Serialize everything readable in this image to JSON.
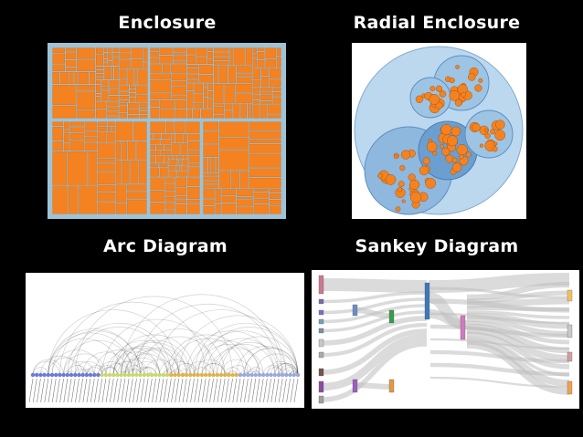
{
  "titles": {
    "enclosure": "Enclosure",
    "radial_enclosure": "Radial Enclosure",
    "arc_diagram": "Arc Diagram",
    "sankey_diagram": "Sankey Diagram"
  },
  "colors": {
    "background": "#000000",
    "title_text": "#ffffff",
    "treemap_fill": "#f58220",
    "treemap_border": "#9ec3d6",
    "circle_fill": "#a8cbe6",
    "circle_dark": "#5d8fc4",
    "arc_stroke": "#333333",
    "sankey_link": "#bdbdbd"
  }
}
